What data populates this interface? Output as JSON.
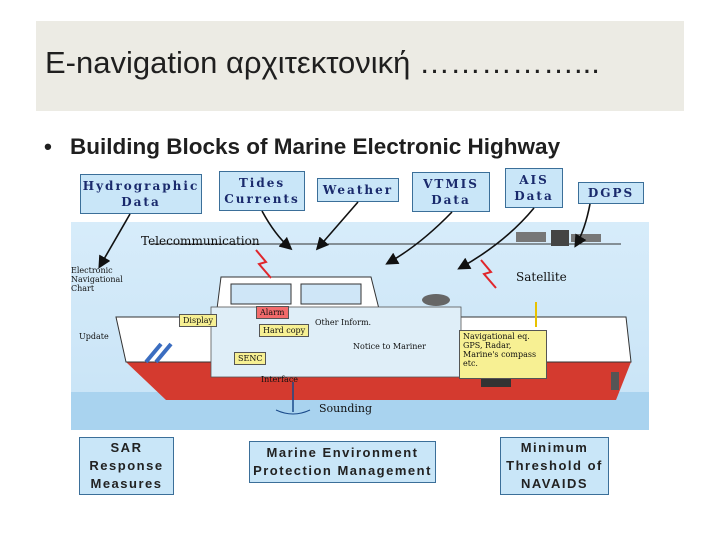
{
  "title": "E-navigation αρχιτεκτονική ……………...",
  "bullet": "Building Blocks of Marine Electronic Highway",
  "top_boxes": [
    {
      "line1": "Hydrographic",
      "line2": "Data"
    },
    {
      "line1": "Tides",
      "line2": "Currents"
    },
    {
      "line1": "Weather",
      "line2": ""
    },
    {
      "line1": "VTMIS",
      "line2": "Data"
    },
    {
      "line1": "AIS",
      "line2": "Data"
    },
    {
      "line1": "DGPS",
      "line2": ""
    }
  ],
  "diagram": {
    "telecom": "Telecommunication",
    "satellite": "Satellite",
    "enc": "Electronic Navigational Chart",
    "update": "Update",
    "display": "Display",
    "alarm": "Alarm",
    "hard_copy": "Hard copy",
    "other_inform": "Other Inform.",
    "notice": "Notice to Mariner",
    "senc": "SENC",
    "interface": "Interface",
    "navaid": "Navigational eq.",
    "gps": "GPS, Radar, Marine's compass etc.",
    "sounding": "Sounding"
  },
  "bottom_boxes": [
    {
      "line1": "SAR",
      "line2": "Response",
      "line3": "Measures"
    },
    {
      "line1": "Marine Environment",
      "line2": "Protection Management",
      "line3": ""
    },
    {
      "line1": "Minimum",
      "line2": "Threshold of",
      "line3": "NAVAIDS"
    }
  ]
}
